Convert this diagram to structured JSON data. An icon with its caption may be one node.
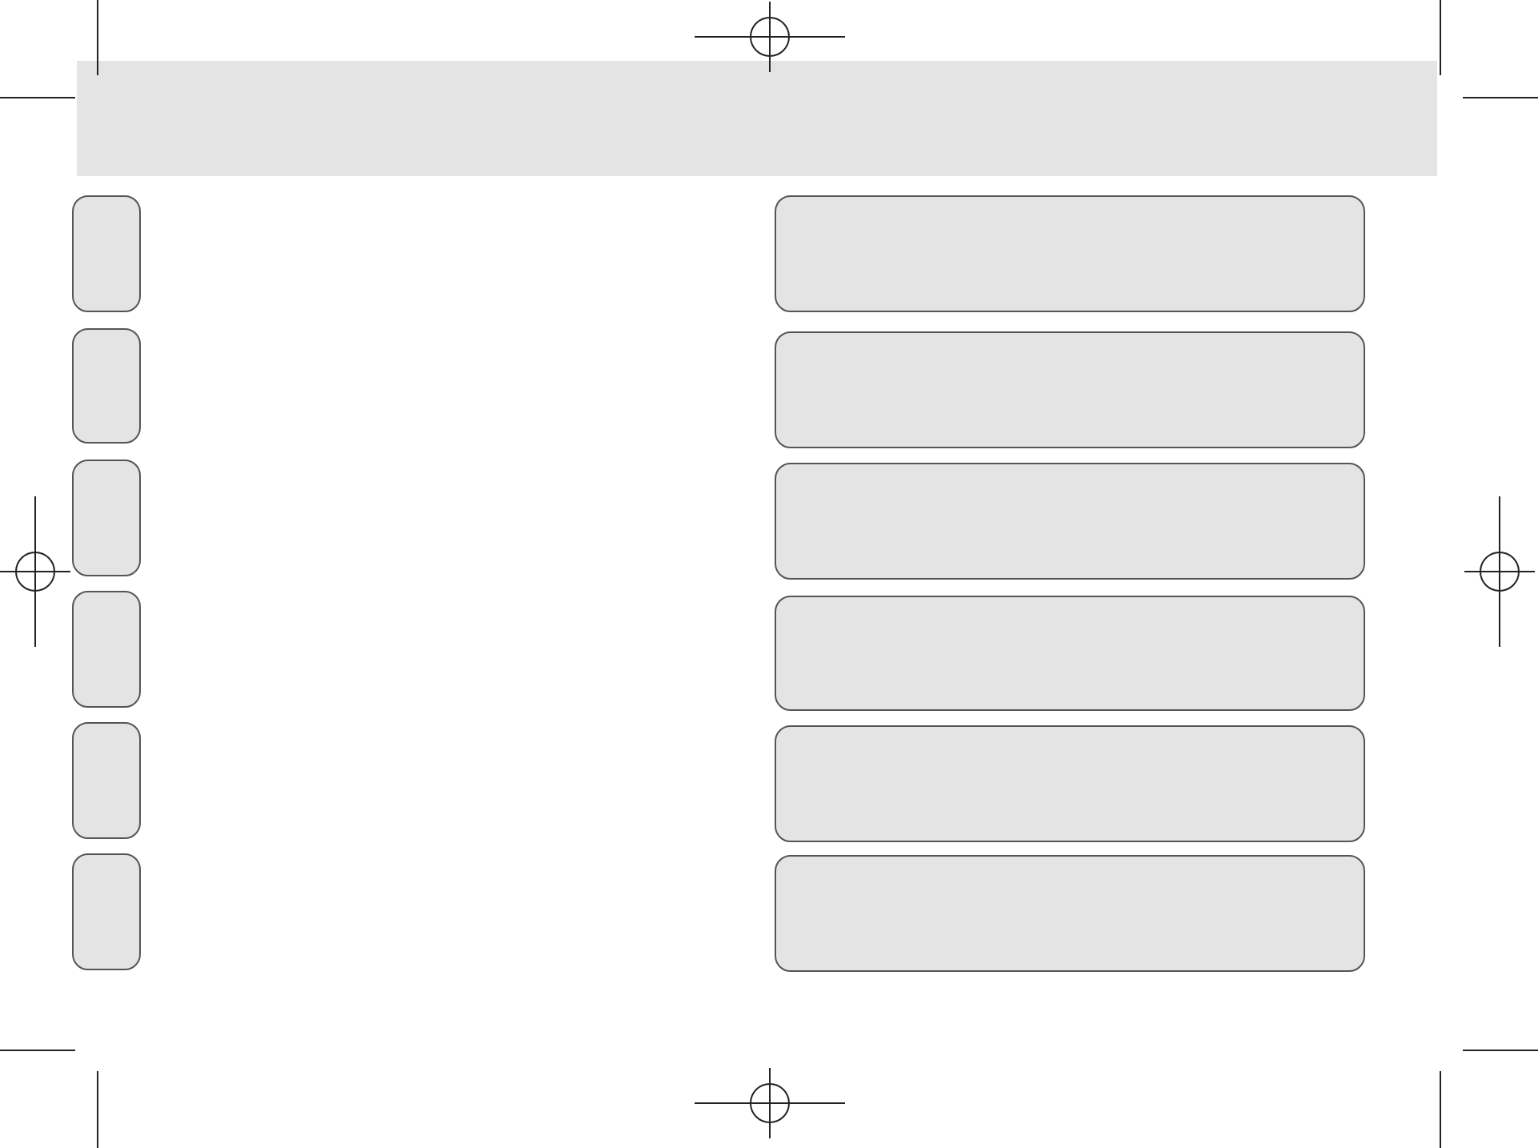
{
  "diagram": {
    "nodes": [
      {
        "text": [],
        "shape": "bar"
      },
      {
        "text": [],
        "shape": "box"
      },
      {
        "text": [],
        "shape": "box"
      },
      {
        "text": [],
        "shape": "box"
      },
      {
        "text": [],
        "shape": "box"
      },
      {
        "text": [],
        "shape": "box"
      },
      {
        "text": [],
        "shape": "box"
      },
      {
        "text": [],
        "shape": "box"
      },
      {
        "text": [],
        "shape": "box"
      },
      {
        "text": [],
        "shape": "box"
      },
      {
        "text": [],
        "shape": "box"
      },
      {
        "text": [],
        "shape": "box"
      },
      {
        "text": [],
        "shape": "box"
      }
    ]
  }
}
